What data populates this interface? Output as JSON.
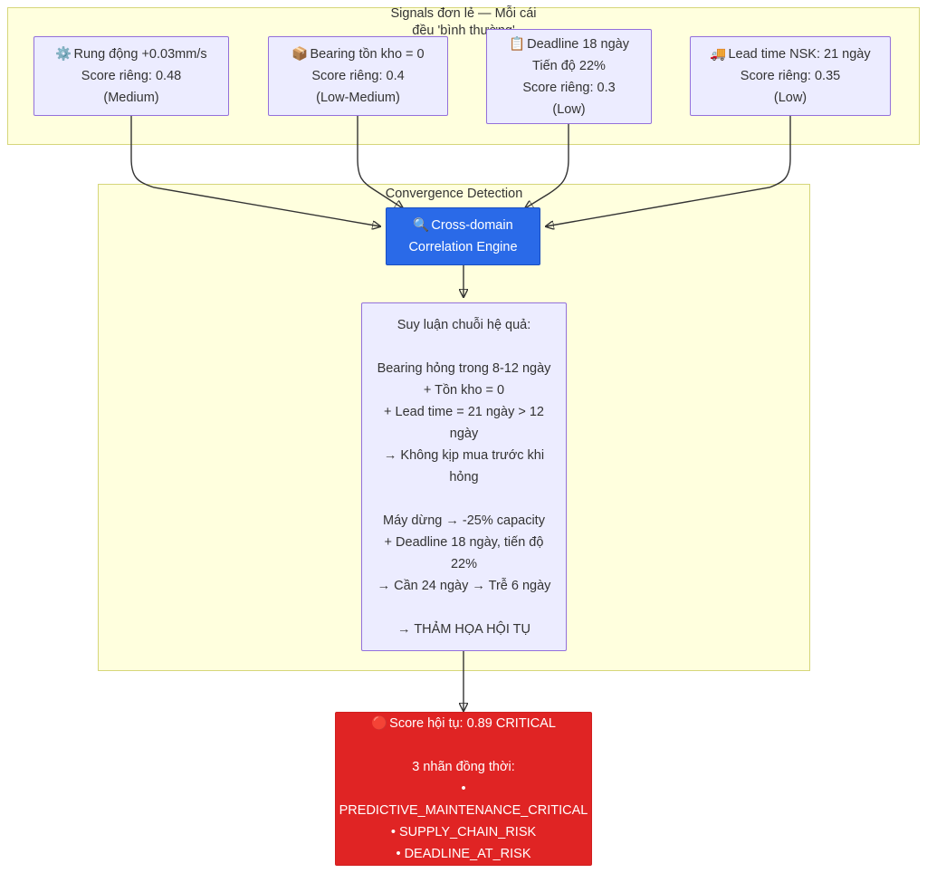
{
  "diagram": {
    "type": "flowchart",
    "direction": "top-down",
    "title": "Convergence detection flow of weak signals into a critical composite alert"
  },
  "colors": {
    "subgraph_fill": "#ffffde",
    "subgraph_border": "#d6d67a",
    "node_fill": "#ececff",
    "node_border": "#9370db",
    "engine_fill": "#2a6ae8",
    "engine_text": "#ffffff",
    "critical_fill": "#e02424",
    "critical_text": "#ffffff",
    "edge_stroke": "#333333",
    "text": "#333333"
  },
  "subgraphs": [
    {
      "id": "signals",
      "title": "Signals đơn lẻ — Mỗi cái\nđều 'bình thường'"
    },
    {
      "id": "convergence",
      "title": "Convergence Detection"
    }
  ],
  "signals": [
    {
      "id": "vibration",
      "icon": "gear-icon",
      "icon_glyph": "⚙️",
      "lines": [
        "Rung động +0.03mm/s",
        "Score riêng: 0.48",
        "(Medium)"
      ],
      "score": 0.48,
      "severity": "Medium"
    },
    {
      "id": "bearing-stock",
      "icon": "package-icon",
      "icon_glyph": "📦",
      "lines": [
        "Bearing tồn kho = 0",
        "Score riêng: 0.4",
        "(Low-Medium)"
      ],
      "score": 0.4,
      "severity": "Low-Medium"
    },
    {
      "id": "deadline",
      "icon": "clipboard-icon",
      "icon_glyph": "📋",
      "lines": [
        "Deadline 18 ngày",
        "Tiến độ 22%",
        "Score riêng: 0.3",
        "(Low)"
      ],
      "score": 0.3,
      "severity": "Low"
    },
    {
      "id": "lead-time",
      "icon": "truck-icon",
      "icon_glyph": "🚚",
      "lines": [
        "Lead time NSK: 21 ngày",
        "Score riêng: 0.35",
        "(Low)"
      ],
      "score": 0.35,
      "severity": "Low"
    }
  ],
  "engine": {
    "id": "correlation-engine",
    "icon": "magnifier-icon",
    "icon_glyph": "🔍",
    "lines": [
      "Cross-domain",
      "Correlation Engine"
    ]
  },
  "reasoning": {
    "id": "causal-chain",
    "heading": "Suy luận chuỗi hệ quả:",
    "block_one": [
      "Bearing hỏng trong 8-12 ngày",
      "+ Tồn kho = 0",
      "+ Lead time = 21 ngày > 12 ngày",
      "→ Không kịp mua trước khi hỏng"
    ],
    "block_two": [
      "Máy dừng → -25% capacity",
      "+ Deadline 18 ngày, tiến độ 22%",
      "→ Cần 24 ngày → Trễ 6 ngày"
    ],
    "conclusion": "→ THẢM HỌA HỘI TỤ"
  },
  "critical": {
    "id": "critical-alert",
    "icon": "red-circle-icon",
    "icon_glyph": "🔴",
    "headline": "Score hội tụ: 0.89 CRITICAL",
    "score": 0.89,
    "level": "CRITICAL",
    "labels_heading": "3 nhãn đồng thời:",
    "labels": [
      "PREDICTIVE_MAINTENANCE_CRITICAL",
      "SUPPLY_CHAIN_RISK",
      "DEADLINE_AT_RISK"
    ],
    "bullet": "•"
  }
}
